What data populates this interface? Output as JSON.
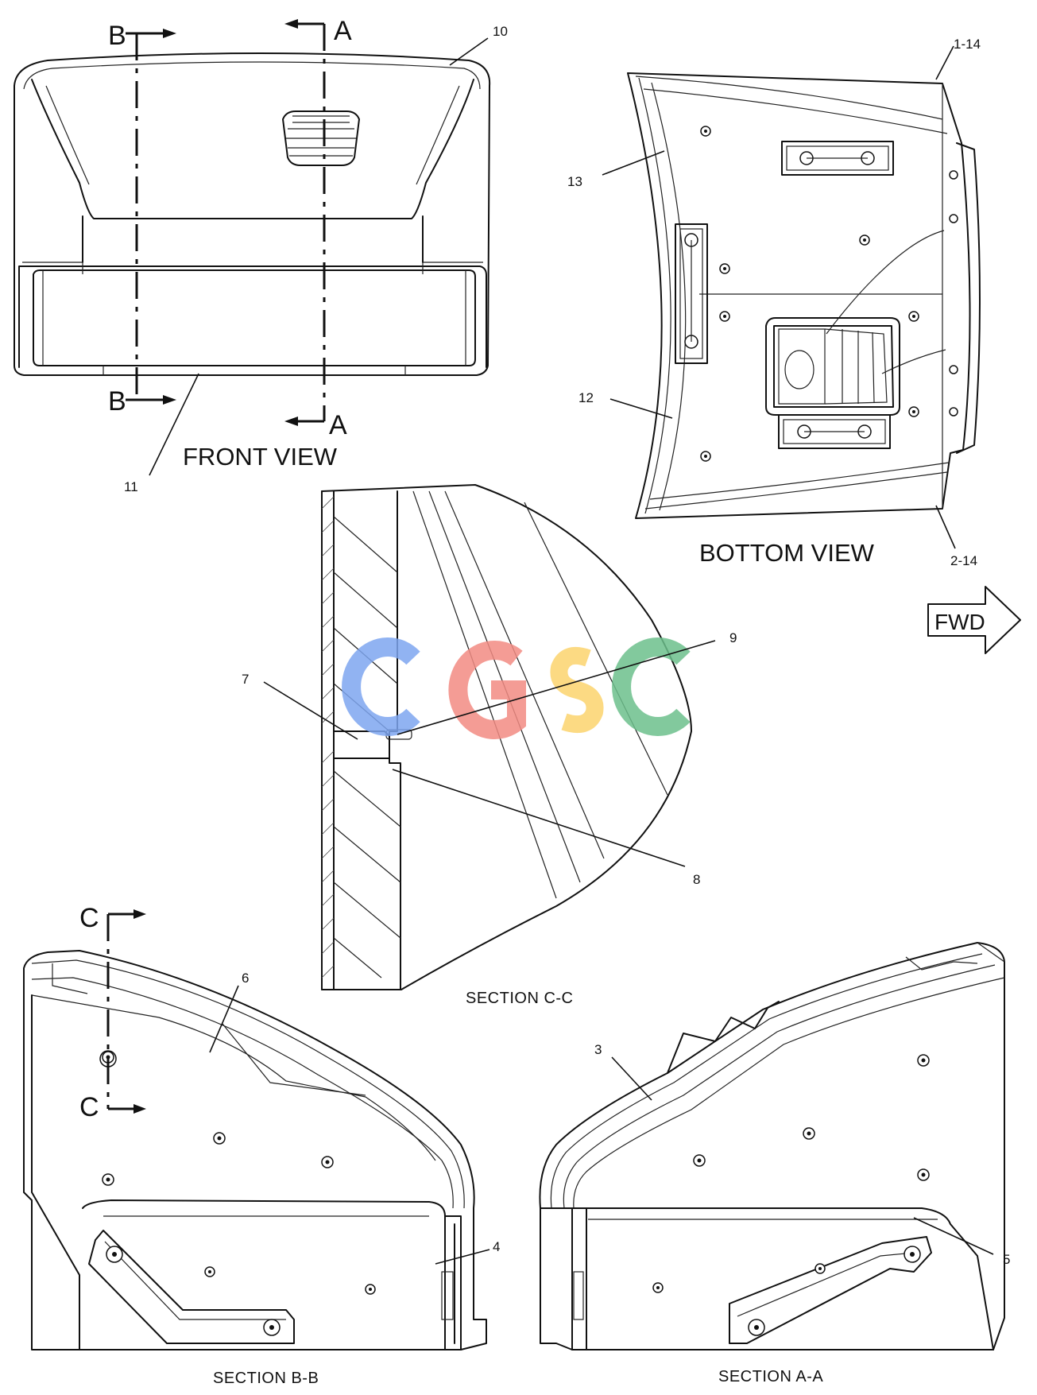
{
  "views": {
    "front": "FRONT VIEW",
    "bottom": "BOTTOM VIEW",
    "section_cc": "SECTION C-C",
    "section_bb": "SECTION B-B",
    "section_aa": "SECTION A-A"
  },
  "cut_markers": {
    "a": "A",
    "b": "B",
    "c": "C"
  },
  "direction_label": "FWD",
  "watermark": "CGSC",
  "callouts": {
    "c1": "1-14",
    "c2": "2-14",
    "c3": "3",
    "c4": "4",
    "c5": "5",
    "c6": "6",
    "c7": "7",
    "c8": "8",
    "c9": "9",
    "c10": "10",
    "c11": "11",
    "c12": "12",
    "c13": "13"
  },
  "colors": {
    "watermark_c1": "#7ea6f0",
    "watermark_g": "#f28b82",
    "watermark_s": "#fbd46d",
    "watermark_c2": "#6cbf8c"
  }
}
